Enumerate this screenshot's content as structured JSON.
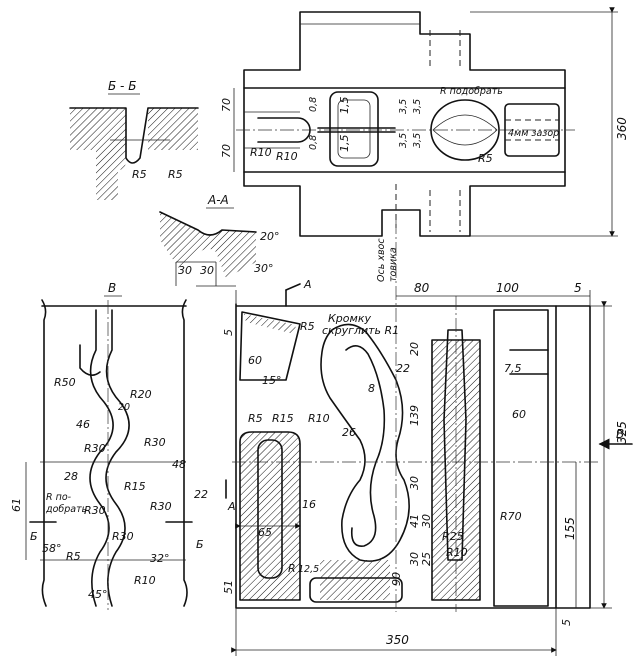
{
  "views": {
    "section_bb": "Б - Б",
    "section_aa": "А-А",
    "view_v": "В",
    "cut_a": "А",
    "cut_b": "Б",
    "arrow_v": "В"
  },
  "notes": {
    "edge_round_line1": "Кромку",
    "edge_round_line2": "скруглить R1",
    "axis_line1": "Ось хвос",
    "axis_line2": "товика",
    "r_fit": "R подобрать",
    "gap": "4мм зазор",
    "r_fit_v_line1": "R по-",
    "r_fit_v_line2": "добрать"
  },
  "top_view": {
    "dim_70a": "70",
    "dim_70b": "70",
    "dim_08a": "0,8",
    "dim_08b": "0,8",
    "dim_15a": "1,5",
    "dim_15b": "1,5",
    "dim_35a": "3,5",
    "dim_35b": "3,5",
    "dim_35c": "3,5",
    "dim_35d": "3,5",
    "r10a": "R10",
    "r10b": "R10",
    "r5": "R5",
    "dim_360": "360"
  },
  "section_bb_dims": {
    "r5a": "R5",
    "r5b": "R5"
  },
  "section_aa_dims": {
    "a20": "20°",
    "a30": "30°",
    "d30a": "30",
    "d30b": "30"
  },
  "view_v_dims": {
    "r50": "R50",
    "r20": "R20",
    "d20": "20",
    "d46": "46",
    "r30a": "R30",
    "r30b": "R30",
    "d28": "28",
    "r15": "R15",
    "d48": "48",
    "d22": "22",
    "r30c": "R30",
    "r30d": "R30",
    "r30e": "R30",
    "d61": "61",
    "a58": "58°",
    "r5": "R5",
    "a32": "32°",
    "r10": "R10",
    "a45": "45°"
  },
  "main_view_dims": {
    "d5a": "5",
    "d5b": "5",
    "d5c": "5",
    "d60a": "60",
    "a15": "15°",
    "r5": "R5",
    "r15": "R15",
    "r10": "R10",
    "d80": "80",
    "d100": "100",
    "d20": "20",
    "d22": "22",
    "d8": "8",
    "d139": "139",
    "d26": "26",
    "d75": "7,5",
    "d60b": "60",
    "d325": "325",
    "d16": "16",
    "d65": "65",
    "d30a": "30",
    "d41": "41",
    "d30b": "30",
    "d25": "25",
    "d30c": "30",
    "r25": "R25",
    "r10b": "R10",
    "r70": "R70",
    "d155": "155",
    "d51": "51",
    "r": "R",
    "d125": "12,5",
    "d90": "90",
    "d350": "350"
  }
}
